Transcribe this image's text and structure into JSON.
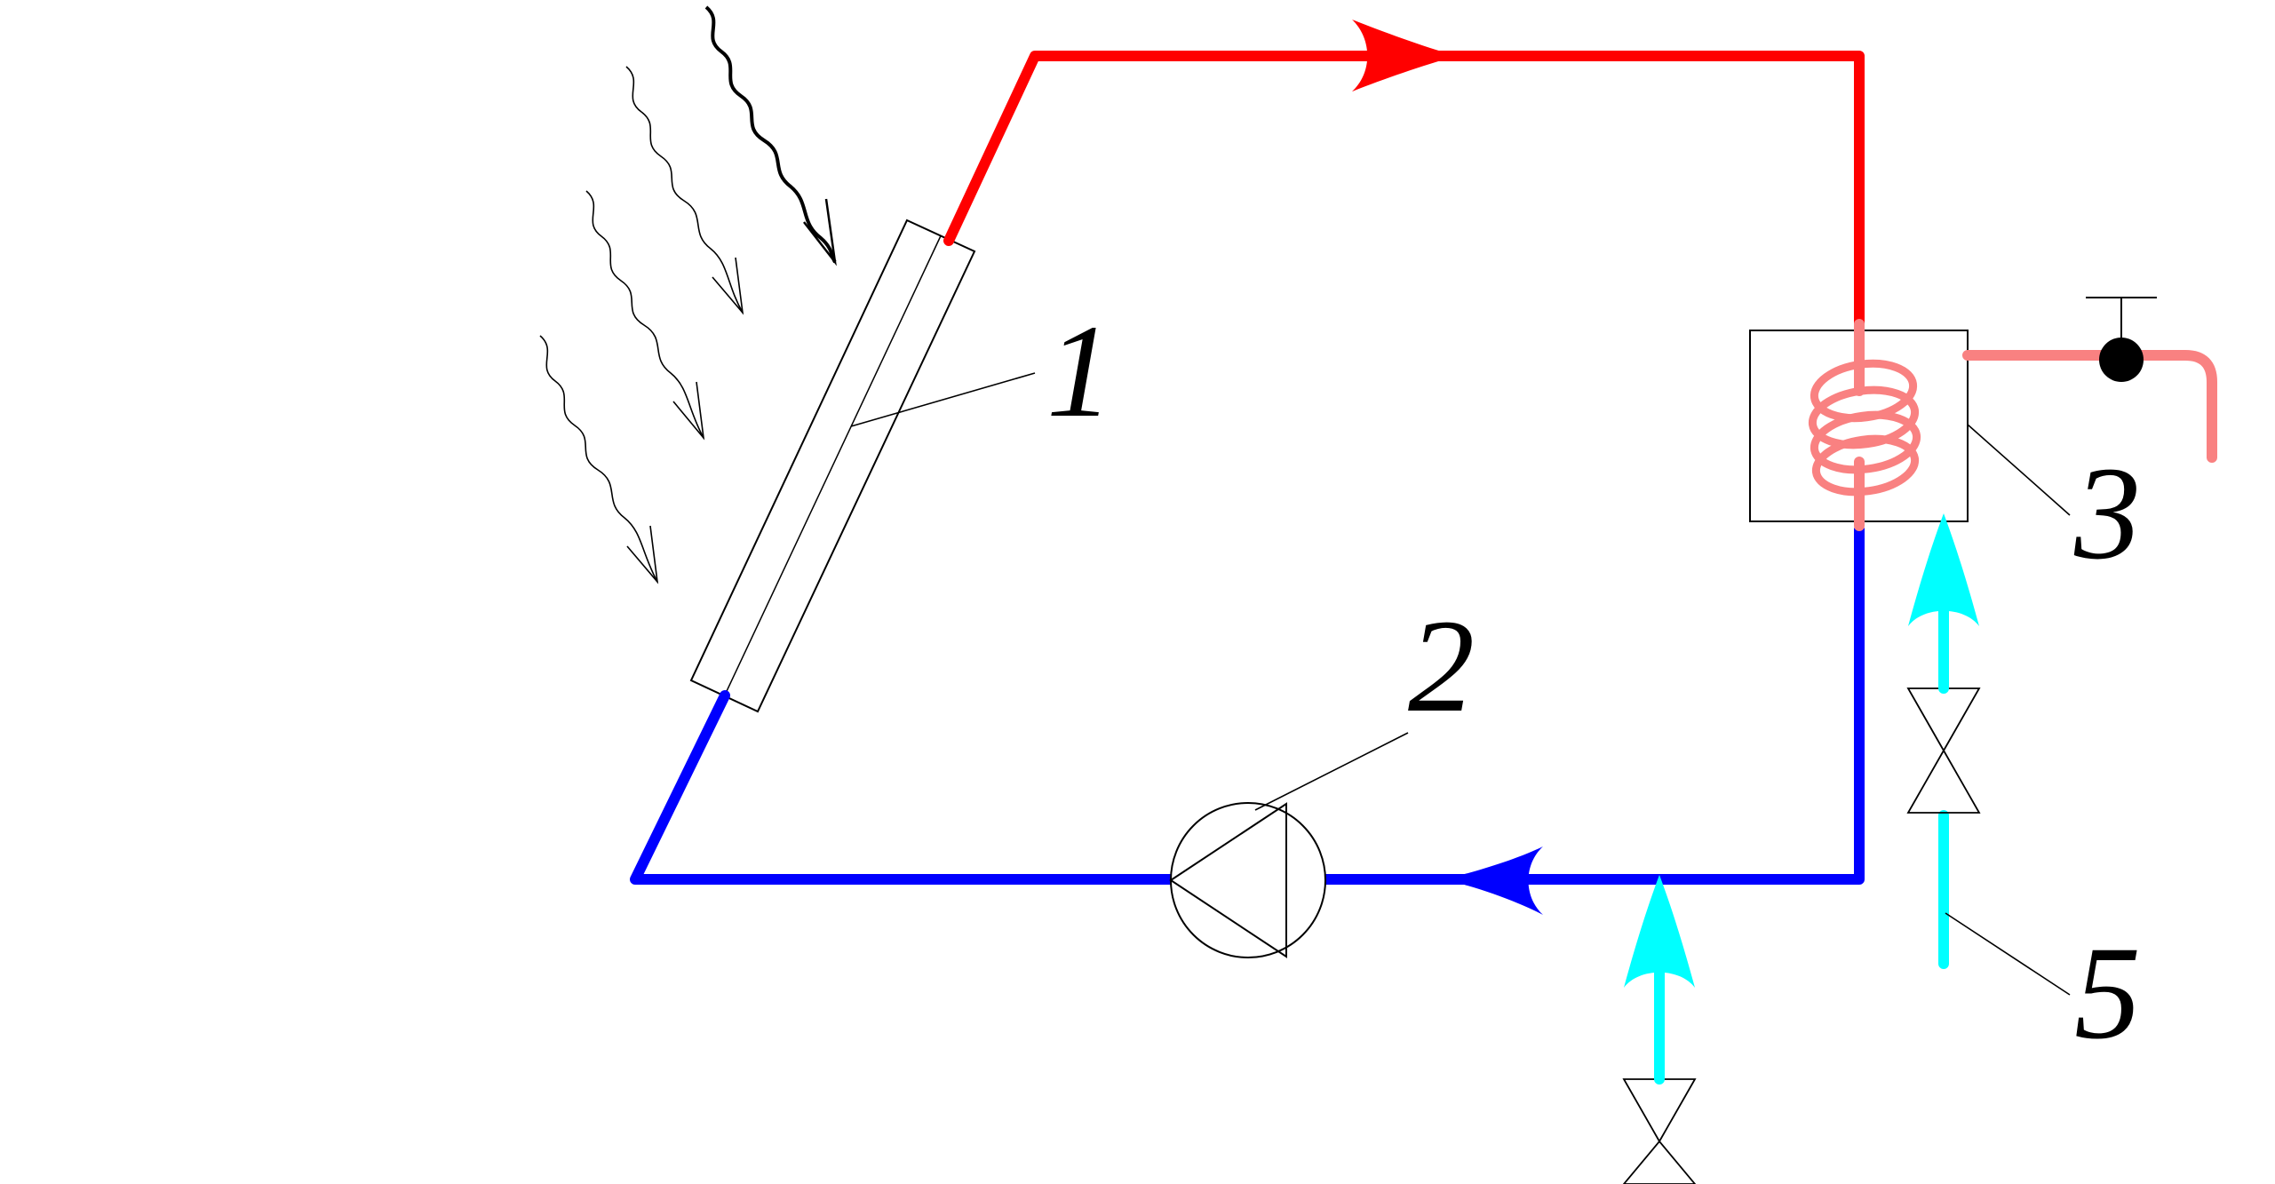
{
  "diagram": {
    "colors": {
      "supply_line": "#ff0000",
      "return_line": "#0000ff",
      "makeup_water": "#00ffff",
      "heated_water": "#f98181",
      "outline": "#000000"
    },
    "labels": {
      "collector": "1",
      "pump": "2",
      "heat_exchanger": "3",
      "cold_water_inlet": "5"
    },
    "icons": {
      "solar_radiation": "wavy-arrow-icon",
      "flow_direction": "arrowhead-icon",
      "valve": "bowtie-valve-icon",
      "tap": "tap-valve-icon"
    }
  }
}
